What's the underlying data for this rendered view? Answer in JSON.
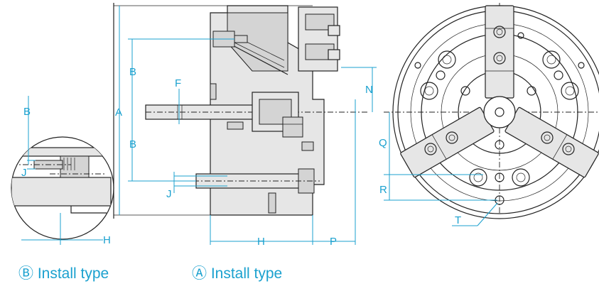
{
  "labels": {
    "detail_b": "B",
    "detail_j": "J",
    "detail_h": "H",
    "a": "A",
    "b_top": "B",
    "b_bottom": "B",
    "f": "F",
    "j": "J",
    "h": "H",
    "n": "N",
    "p": "P",
    "q": "Q",
    "r": "R",
    "t": "T"
  },
  "captions": {
    "install_b": "Ⓑ Install type",
    "install_a": "Ⓐ Install type"
  },
  "colors": {
    "accent": "#1ba1cf",
    "line": "#222222",
    "fill": "#e6e6e6"
  }
}
